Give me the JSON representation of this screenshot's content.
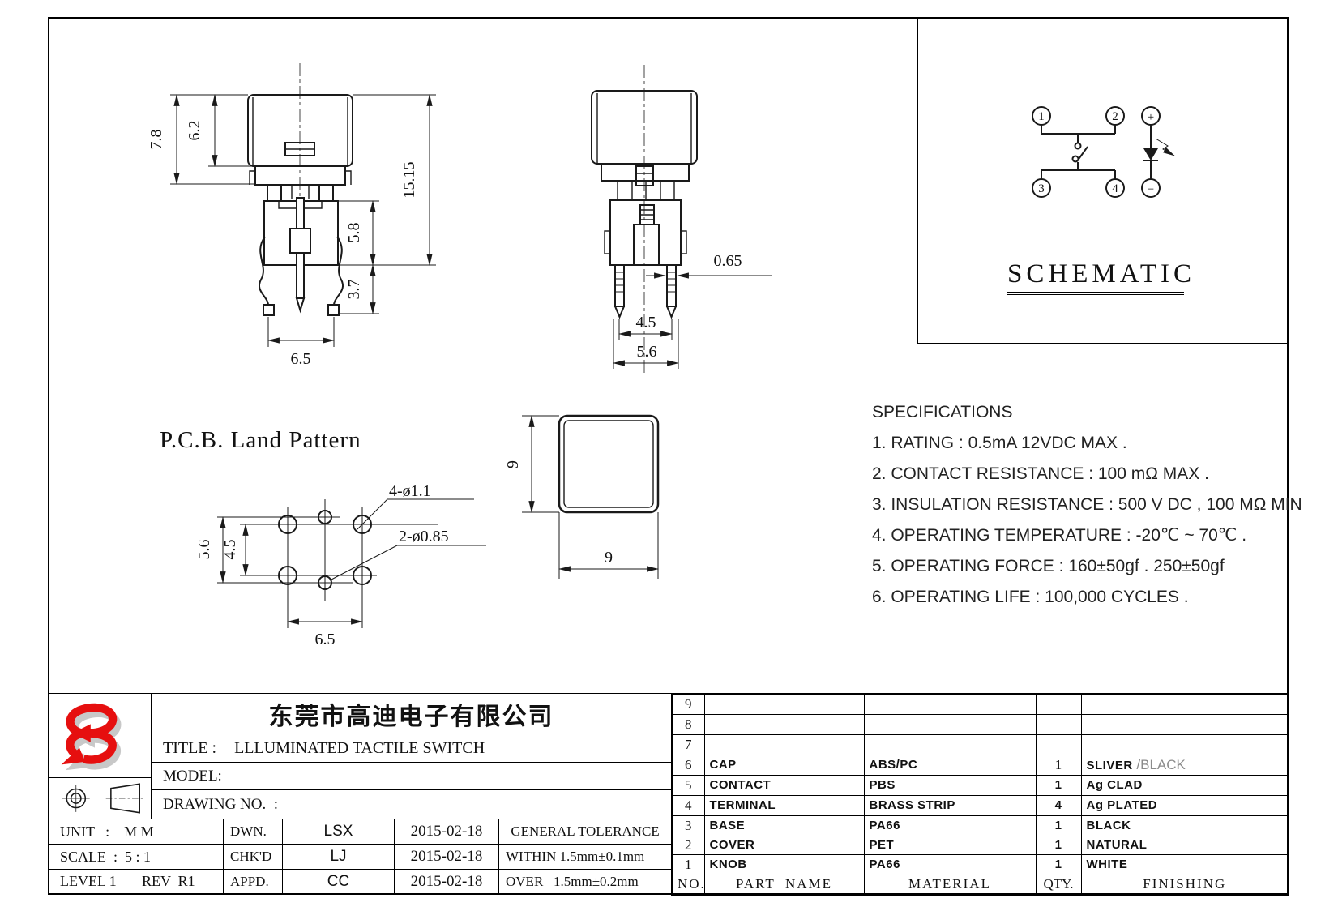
{
  "front_view": {
    "dim_cap_height_outer": "7.8",
    "dim_cap_height_inner": "6.2",
    "dim_total_height": "15.15",
    "dim_base_height": "5.8",
    "dim_leg_height": "3.7",
    "dim_base_width": "6.5"
  },
  "side_view": {
    "dim_terminal_thickness": "0.65",
    "dim_pin_pitch": "4.5",
    "dim_body_width": "5.6"
  },
  "top_view": {
    "dim_height": "9",
    "dim_width": "9"
  },
  "land_pattern": {
    "heading": "P.C.B. Land Pattern",
    "label_corner_holes": "4-ø1.1",
    "label_center_holes": "2-ø0.85",
    "dim_outer_pitch": "5.6",
    "dim_inner_pitch": "4.5",
    "dim_col_pitch": "6.5"
  },
  "schematic": {
    "heading": "SCHEMATIC",
    "pin_1": "1",
    "pin_2": "2",
    "pin_3": "3",
    "pin_4": "4",
    "led_plus": "+",
    "led_minus": "−"
  },
  "specifications": {
    "title": "SPECIFICATIONS",
    "items": [
      "1. RATING : 0.5mA 12VDC MAX .",
      "2. CONTACT RESISTANCE : 100 mΩ MAX .",
      "3. INSULATION RESISTANCE : 500 V DC , 100 MΩ MIN",
      "4. OPERATING TEMPERATURE : -20℃ ~ 70℃ .",
      "5. OPERATING FORCE : 160±50gf . 250±50gf",
      "6. OPERATING LIFE : 100,000 CYCLES ."
    ]
  },
  "title_block": {
    "company": "东莞市高迪电子有限公司",
    "title_label": "TITLE :",
    "title_value": "LLLUMINATED TACTILE SWITCH",
    "model_label": "MODEL:",
    "drawing_label": "DRAWING NO.  :",
    "unit": "UNIT   :    M M",
    "scale": "SCALE  :  5 : 1",
    "level": "LEVEL 1",
    "rev": "REV  R1",
    "dwn_label": "DWN.",
    "chkd_label": "CHK'D",
    "appd_label": "APPD.",
    "dwn_name": "LSX",
    "chkd_name": "LJ",
    "appd_name": "CC",
    "dwn_date": "2015-02-18",
    "chkd_date": "2015-02-18",
    "appd_date": "2015-02-18",
    "tol_title": "GENERAL TOLERANCE",
    "tol_within": "WITHIN 1.5mm±0.1mm",
    "tol_over": "OVER   1.5mm±0.2mm"
  },
  "parts_table": {
    "footer": {
      "no": "NO.",
      "part_name": "PART  NAME",
      "material": "MATERIAL",
      "qty": "QTY.",
      "finishing": "FINISHING"
    },
    "rows": [
      {
        "no": "9",
        "part_name": "",
        "material": "",
        "qty": "",
        "finishing": ""
      },
      {
        "no": "8",
        "part_name": "",
        "material": "",
        "qty": "",
        "finishing": ""
      },
      {
        "no": "7",
        "part_name": "",
        "material": "",
        "qty": "",
        "finishing": ""
      },
      {
        "no": "6",
        "part_name": "CAP",
        "material": "ABS/PC",
        "qty": "1",
        "finishing": "SLIVER",
        "finishing_alt": " /BLACK"
      },
      {
        "no": "5",
        "part_name": "CONTACT",
        "material": "PBS",
        "qty": "1",
        "finishing": "Ag CLAD"
      },
      {
        "no": "4",
        "part_name": "TERMINAL",
        "material": "BRASS STRIP",
        "qty": "4",
        "finishing": "Ag PLATED"
      },
      {
        "no": "3",
        "part_name": "BASE",
        "material": "PA66",
        "qty": "1",
        "finishing": "BLACK"
      },
      {
        "no": "2",
        "part_name": "COVER",
        "material": "PET",
        "qty": "1",
        "finishing": "NATURAL"
      },
      {
        "no": "1",
        "part_name": "KNOB",
        "material": "PA66",
        "qty": "1",
        "finishing": "WHITE"
      }
    ]
  },
  "colors": {
    "line": "#1a1a1a",
    "logo_red": "#e60f0f",
    "logo_shadow": "#c8c8c8",
    "muted_text": "#8b8b8b"
  }
}
